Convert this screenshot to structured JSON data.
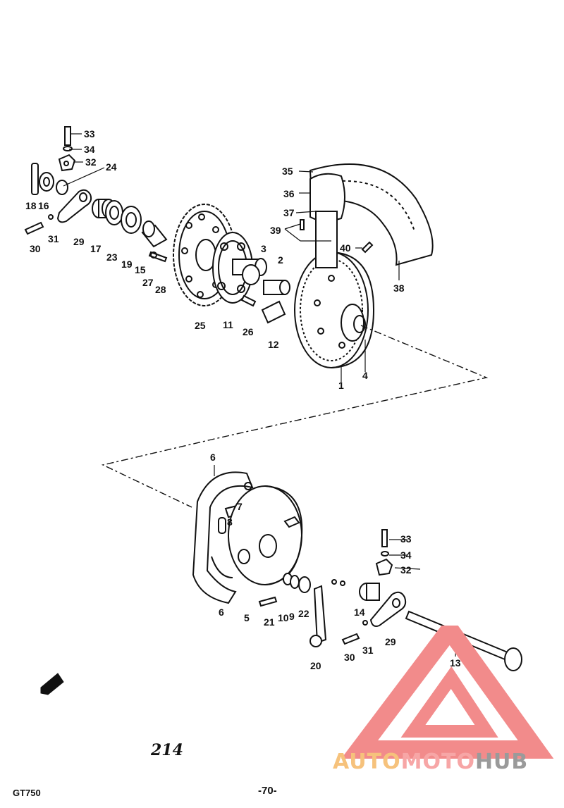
{
  "footer": {
    "model": "GT750",
    "page_number": "-70-",
    "figure_number": "214"
  },
  "watermark": {
    "text_part1": "AUTO",
    "text_part2": "MOTO",
    "text_part3": "HUB"
  },
  "callouts": {
    "c33a": "33",
    "c34a": "34",
    "c32a": "32",
    "c24": "24",
    "c18": "18",
    "c16": "16",
    "c30a": "30",
    "c31a": "31",
    "c29a": "29",
    "c17": "17",
    "c23": "23",
    "c19": "19",
    "c15": "15",
    "c27": "27",
    "c28": "28",
    "c25": "25",
    "c11": "11",
    "c26": "26",
    "c3": "3",
    "c2": "2",
    "c12": "12",
    "c35": "35",
    "c36": "36",
    "c37": "37",
    "c39": "39",
    "c40": "40",
    "c38": "38",
    "c1": "1",
    "c4": "4",
    "c6a": "6",
    "c7": "7",
    "c8": "8",
    "c6b": "6",
    "c5": "5",
    "c21": "21",
    "c10": "10",
    "c9": "9",
    "c22": "22",
    "c20": "20",
    "c33b": "33",
    "c34b": "34",
    "c32b": "32",
    "c14": "14",
    "c29b": "29",
    "c31b": "31",
    "c30b": "30",
    "c13": "13"
  },
  "colors": {
    "ink": "#111111",
    "watermark_red": "#f28b8b",
    "watermark_orange": "#f6c27c",
    "watermark_gray": "#9a9a9a"
  }
}
